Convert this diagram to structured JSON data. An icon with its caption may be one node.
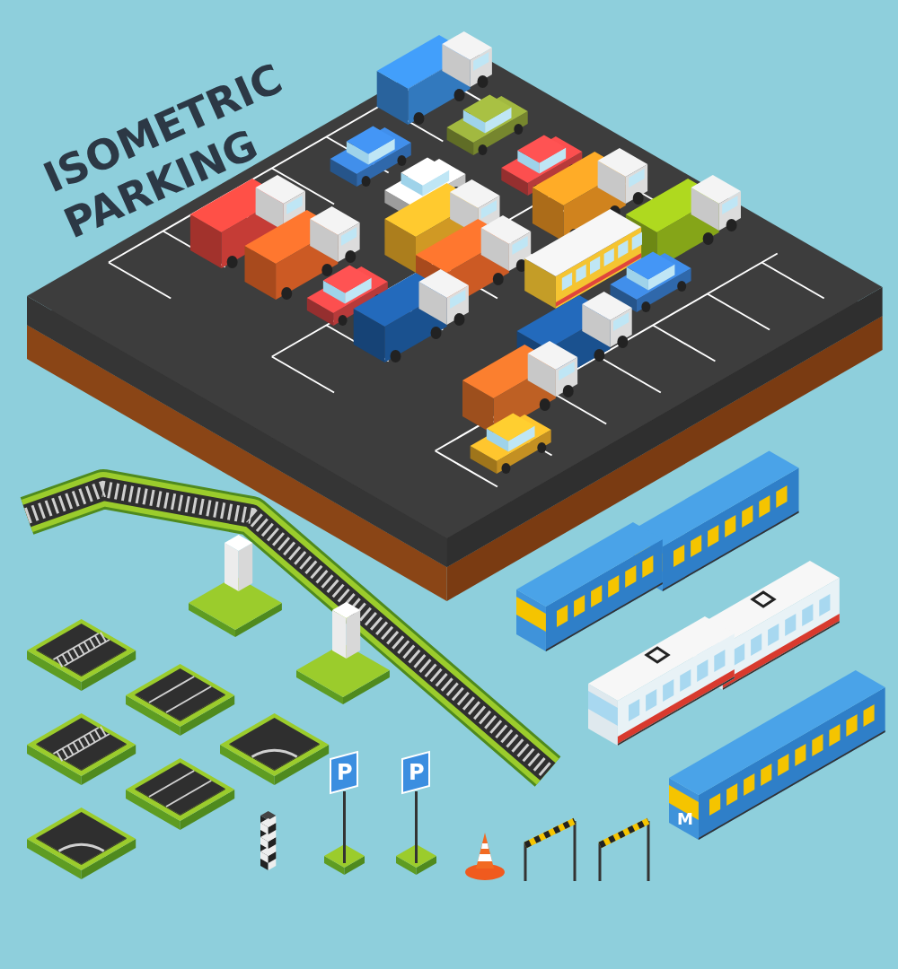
{
  "diagram": {
    "title": "ISOMETRIC PARKING",
    "labels": [
      "P",
      "P",
      "M"
    ]
  }
}
